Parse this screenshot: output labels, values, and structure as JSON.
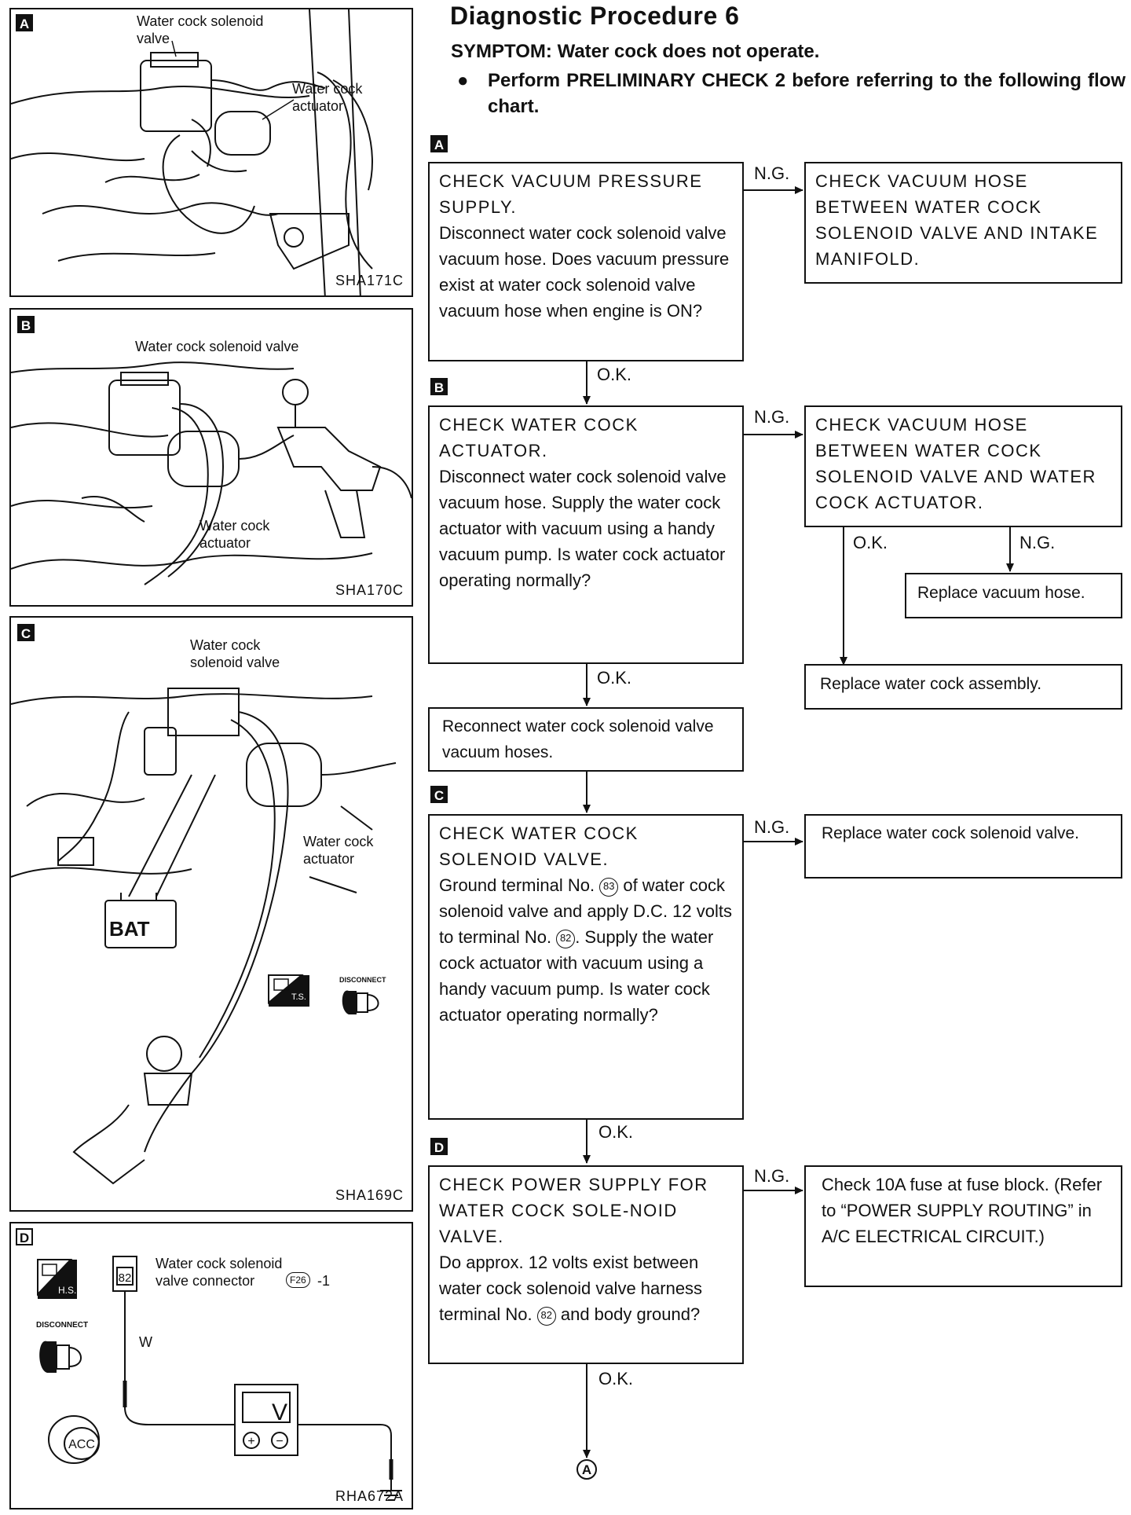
{
  "page_title": "Diagnostic Procedure 6",
  "symptom": "SYMPTOM:  Water cock does not operate.",
  "bullet_symbol": "●",
  "bullet_text": "Perform PRELIMINARY CHECK 2 before referring to the following flow chart.",
  "panels": {
    "a": {
      "letter": "A",
      "label_solenoid": "Water cock solenoid\nvalve",
      "label_actuator": "Water cock\nactuator",
      "code": "SHA171C"
    },
    "b": {
      "letter": "B",
      "label_solenoid": "Water cock solenoid valve",
      "label_actuator": "Water cock\nactuator",
      "code": "SHA170C"
    },
    "c": {
      "letter": "C",
      "label_solenoid": "Water cock\nsolenoid valve",
      "label_actuator": "Water cock\nactuator",
      "battery": "BAT",
      "ts_label": "T.S.",
      "disconnect": "DISCONNECT",
      "code": "SHA169C"
    },
    "d": {
      "letter": "D",
      "connector_terminal": "82",
      "connector_label": "Water cock solenoid\nvalve connector",
      "connector_id": "F26",
      "connector_suffix": "-1",
      "wire_color": "W",
      "meter": "V",
      "plus": "+",
      "minus": "−",
      "hs_label": "H.S.",
      "disconnect": "DISCONNECT",
      "acc": "ACC",
      "code": "RHA672A"
    }
  },
  "flow": {
    "step_a_tag": "A",
    "step_a_heading": "CHECK VACUUM PRESSURE SUPPLY.",
    "step_a_body": "Disconnect water cock solenoid valve vacuum hose. Does vacuum pressure exist at water cock solenoid valve vacuum hose when engine is ON?",
    "step_a_ng_box": "CHECK VACUUM HOSE BETWEEN WATER COCK SOLENOID VALVE AND INTAKE MANIFOLD.",
    "step_b_tag": "B",
    "step_b_heading": "CHECK WATER COCK ACTUATOR.",
    "step_b_body": "Disconnect water cock solenoid valve vacuum hose. Supply the water cock actuator with vacuum using a handy vacuum pump. Is water cock actuator operating normally?",
    "step_b_ng_box": "CHECK VACUUM HOSE BETWEEN WATER COCK SOLENOID VALVE AND WATER COCK ACTUATOR.",
    "replace_hose": "Replace vacuum hose.",
    "replace_assembly": "Replace water cock assembly.",
    "reconnect": "Reconnect water cock solenoid valve vacuum hoses.",
    "step_c_tag": "C",
    "step_c_heading": "CHECK WATER COCK SOLENOID VALVE.",
    "step_c_body_1": "Ground terminal No.",
    "step_c_t83": "83",
    "step_c_body_2": "of water cock solenoid valve and apply D.C. 12 volts to terminal No.",
    "step_c_t82": "82",
    "step_c_body_3": ". Supply the water cock actuator with vacuum using a handy vacuum pump. Is water cock actuator operating normally?",
    "step_c_ng_box": "Replace water cock solenoid valve.",
    "step_d_tag": "D",
    "step_d_heading": "CHECK POWER SUPPLY FOR WATER COCK SOLE-NOID VALVE.",
    "step_d_body_1": "Do approx. 12 volts exist between water cock solenoid valve harness terminal No.",
    "step_d_t82": "82",
    "step_d_body_2": "and body ground?",
    "step_d_ng_box": "Check 10A fuse at fuse block. (Refer to “POWER SUPPLY ROUTING” in A/C ELECTRICAL CIRCUIT.)",
    "ng": "N.G.",
    "ok": "O.K.",
    "connector_symbol": "A"
  }
}
